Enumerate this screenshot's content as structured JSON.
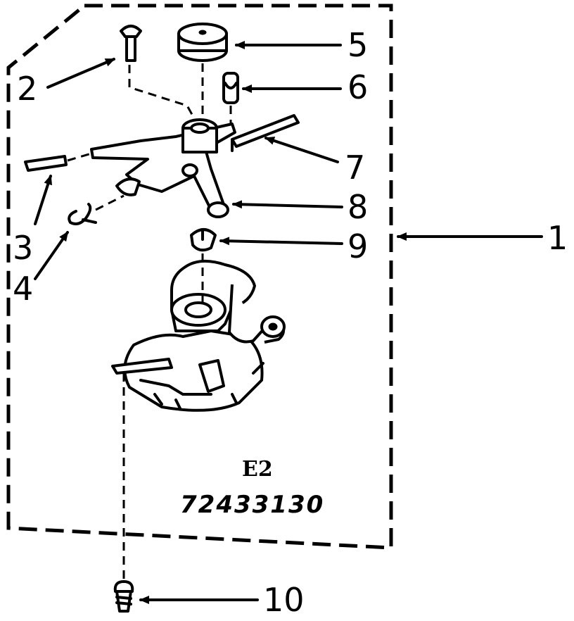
{
  "diagram": {
    "assembly_code": "E2",
    "part_number": "72433130",
    "callouts": [
      {
        "id": "1",
        "label": "1"
      },
      {
        "id": "2",
        "label": "2"
      },
      {
        "id": "3",
        "label": "3"
      },
      {
        "id": "4",
        "label": "4"
      },
      {
        "id": "5",
        "label": "5"
      },
      {
        "id": "6",
        "label": "6"
      },
      {
        "id": "7",
        "label": "7"
      },
      {
        "id": "8",
        "label": "8"
      },
      {
        "id": "9",
        "label": "9"
      },
      {
        "id": "10",
        "label": "10"
      }
    ]
  }
}
